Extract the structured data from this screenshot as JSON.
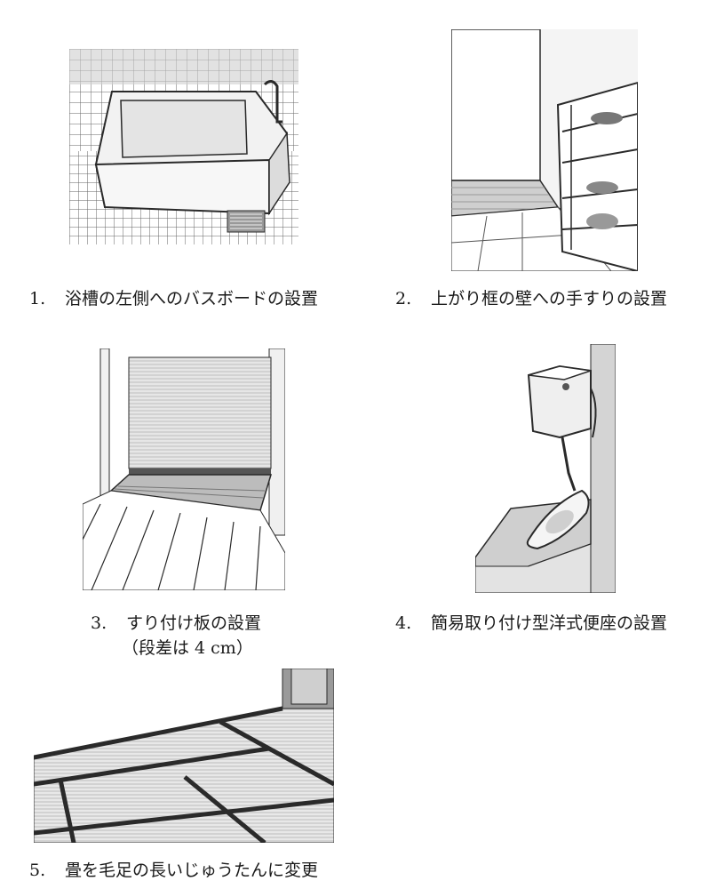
{
  "items": [
    {
      "num": "1.",
      "text": "浴槽の左側へのバスボードの設置"
    },
    {
      "num": "2.",
      "text": "上がり框の壁への手すりの設置"
    },
    {
      "num": "3.",
      "text": "すり付け板の設置",
      "sub": "（段差は 4 cm）"
    },
    {
      "num": "4.",
      "text": "簡易取り付け型洋式便座の設置"
    },
    {
      "num": "5.",
      "text": "畳を毛足の長いじゅうたんに変更"
    }
  ],
  "colors": {
    "line": "#2a2a2a",
    "light_gray": "#d9d9d9",
    "mid_gray": "#a8a8a8",
    "dark_gray": "#6e6e6e"
  }
}
